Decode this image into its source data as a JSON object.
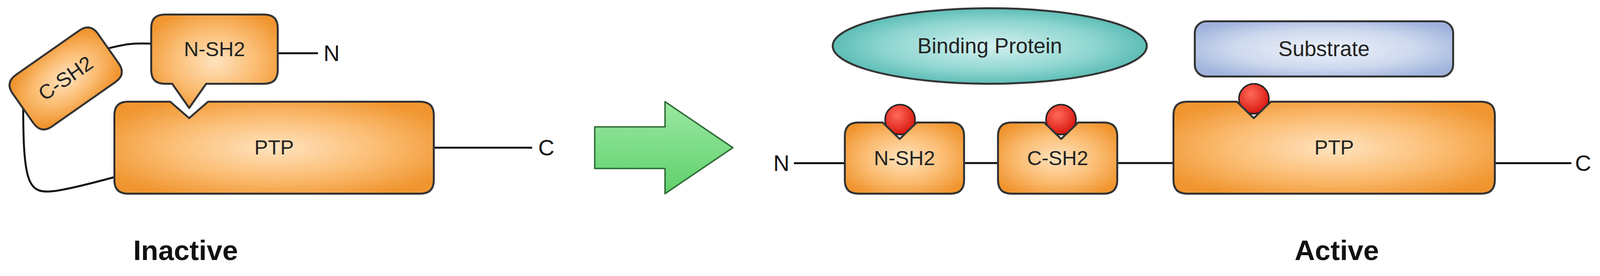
{
  "diagram": {
    "nodes": [
      {
        "text": [
          "C-SH2"
        ]
      },
      {
        "text": [
          "N-SH2"
        ]
      },
      {
        "text": [
          "PTP"
        ]
      },
      {
        "text": [
          "Binding Protein"
        ]
      },
      {
        "text": [
          "Substrate"
        ]
      },
      {
        "text": [
          "N-SH2"
        ]
      },
      {
        "text": [
          "C-SH2"
        ]
      },
      {
        "text": [
          "PTP"
        ]
      }
    ],
    "edges": [
      {
        "from": 0,
        "to": 1,
        "arrow": "none"
      },
      {
        "from": 0,
        "to": 2,
        "arrow": "none"
      },
      {
        "from": 5,
        "to": 6,
        "arrow": "none"
      },
      {
        "from": 6,
        "to": 7,
        "arrow": "none"
      }
    ],
    "labels": [
      "N",
      "C",
      "Inactive",
      "N",
      "C",
      "Active"
    ]
  }
}
